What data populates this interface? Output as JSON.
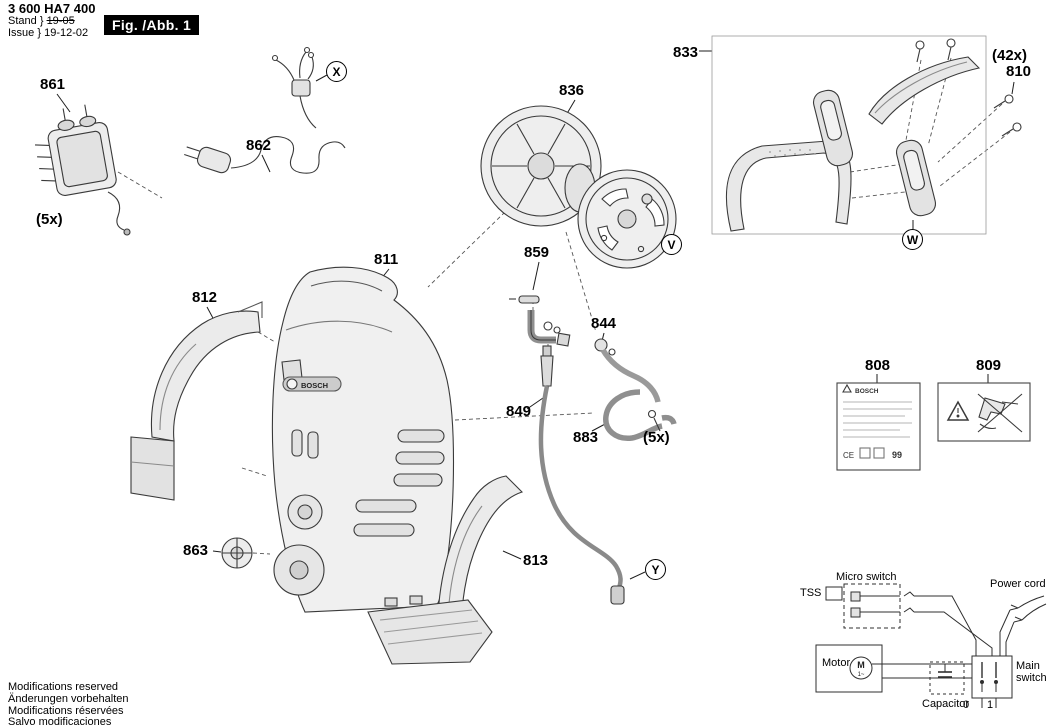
{
  "header": {
    "part_number": "3 600 HA7 400",
    "revision": {
      "stand_label": "Stand",
      "issue_label": "Issue",
      "brace": "}",
      "stand_value": "19-05",
      "issue_value": "19-12-02"
    },
    "figure_label": "Fig. /Abb. 1"
  },
  "labels": {
    "p861": "861",
    "p861_qty": "(5x)",
    "p862": "862",
    "p836": "836",
    "p833": "833",
    "p810": "810",
    "p810_qty": "(42x)",
    "p811": "811",
    "p812": "812",
    "p859": "859",
    "p844": "844",
    "p849": "849",
    "p883": "883",
    "p883_qty": "(5x)",
    "p863": "863",
    "p813": "813",
    "p808": "808",
    "p809": "809"
  },
  "callouts": {
    "x": "X",
    "v": "V",
    "w": "W",
    "y": "Y"
  },
  "body_brand": "BOSCH",
  "card808": {
    "brand": "BOSCH",
    "ce": "CE",
    "num": "99"
  },
  "schematic": {
    "tss": "TSS",
    "micro_switch": "Micro switch",
    "power_cord": "Power cord",
    "motor": "Motor",
    "motor_symbol": "M",
    "motor_phase": "1~",
    "capacitor": "Capacitor",
    "main_switch": "Main switch",
    "pos_0": "0",
    "pos_1": "1"
  },
  "footer": {
    "line1": "Modifications reserved",
    "line2": "Änderungen vorbehalten",
    "line3": "Modifications réservées",
    "line4": "Salvo modificaciones"
  }
}
